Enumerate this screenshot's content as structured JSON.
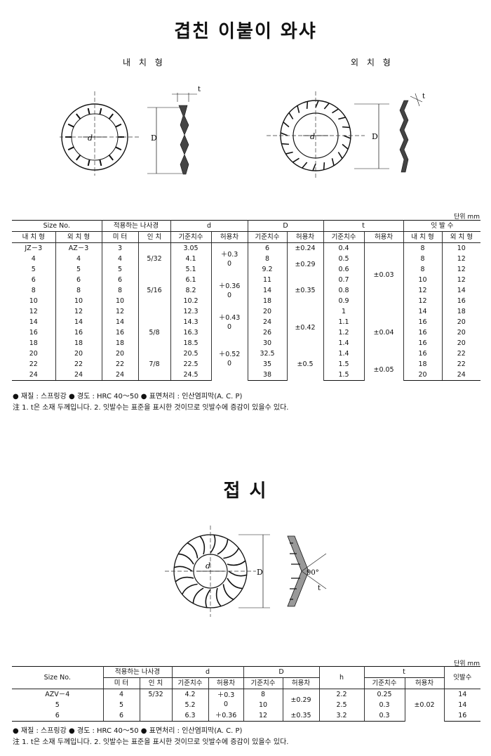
{
  "section1": {
    "title": "겹친 이붙이 와샤",
    "left_label": "내 치 형",
    "right_label": "외 치 형",
    "dim_t": "t",
    "dim_d": "d",
    "dim_D": "D",
    "unit": "단위 mm",
    "headers_row1": [
      "Size No.",
      "적용하는 나사경",
      "d",
      "D",
      "t",
      "잇 발 수"
    ],
    "headers_row2": [
      "내 치 형",
      "외 치 형",
      "미 터",
      "인 치",
      "기준치수",
      "허용차",
      "기준치수",
      "허용차",
      "기준치수",
      "허용차",
      "내 치 형",
      "외 치 형"
    ],
    "rows": [
      [
        "JZ－3",
        "AZ－3",
        "3",
        "",
        "3.05",
        "6",
        "0.4",
        "8",
        "10"
      ],
      [
        "4",
        "4",
        "4",
        "5/32",
        "4.1",
        "8",
        "0.5",
        "8",
        "12"
      ],
      [
        "5",
        "5",
        "5",
        "",
        "5.1",
        "9.2",
        "0.6",
        "8",
        "12"
      ],
      [
        "6",
        "6",
        "6",
        "",
        "6.1",
        "11",
        "0.7",
        "10",
        "12"
      ],
      [
        "8",
        "8",
        "8",
        "5/16",
        "8.2",
        "14",
        "0.8",
        "12",
        "14"
      ],
      [
        "10",
        "10",
        "10",
        "",
        "10.2",
        "18",
        "0.9",
        "12",
        "16"
      ],
      [
        "12",
        "12",
        "12",
        "",
        "12.3",
        "20",
        "1",
        "14",
        "18"
      ],
      [
        "14",
        "14",
        "14",
        "",
        "14.3",
        "24",
        "1.1",
        "16",
        "20"
      ],
      [
        "16",
        "16",
        "16",
        "5/8",
        "16.3",
        "26",
        "1.2",
        "16",
        "20"
      ],
      [
        "18",
        "18",
        "18",
        "",
        "18.5",
        "30",
        "1.4",
        "16",
        "20"
      ],
      [
        "20",
        "20",
        "20",
        "",
        "20.5",
        "32.5",
        "1.4",
        "16",
        "22"
      ],
      [
        "22",
        "22",
        "22",
        "7/8",
        "22.5",
        "35",
        "1.5",
        "18",
        "22"
      ],
      [
        "24",
        "24",
        "24",
        "",
        "24.5",
        "38",
        "1.5",
        "20",
        "24"
      ]
    ],
    "d_tol": [
      {
        "line1": "＋0.3",
        "line2": "0"
      },
      {
        "line1": "＋0.36",
        "line2": "0"
      },
      {
        "line1": "＋0.43",
        "line2": "0"
      },
      {
        "line1": "＋0.52",
        "line2": "0"
      }
    ],
    "D_tol": [
      "±0.24",
      "±0.29",
      "±0.35",
      "±0.42",
      "±0.5"
    ],
    "t_tol": [
      "±0.03",
      "±0.04",
      "±0.05"
    ],
    "material_note": "● 재질 : 스프링강 ● 경도 : HRC 40～50 ● 표면처리 : 인산염피막(A. C. P)",
    "note": "注 1. t은 소재 두께입니다. 2. 잇발수는 표준을 표시한 것이므로 잇발수에 증감이 있을수 있다."
  },
  "section2": {
    "title": "접 시",
    "dim_d": "d",
    "dim_D": "D",
    "angle": "90°",
    "dim_t": "t",
    "unit": "단위 mm",
    "headers": [
      "Size No.",
      "적용하는 나사경",
      "미 터",
      "인 치",
      "d",
      "기준치수",
      "허용차",
      "D",
      "기준치수",
      "허용차",
      "h",
      "t",
      "기준치수",
      "허용차",
      "잇발수"
    ],
    "rows": [
      [
        "AZV－4",
        "4",
        "5/32",
        "4.2",
        "8",
        "2.2",
        "0.25",
        "14"
      ],
      [
        "5",
        "5",
        "",
        "5.2",
        "10",
        "2.5",
        "0.3",
        "14"
      ],
      [
        "6",
        "6",
        "",
        "6.3",
        "12",
        "3.2",
        "0.3",
        "16"
      ]
    ],
    "d_tol": {
      "line1": "＋0.3",
      "line2": "0"
    },
    "d_tol_last": "＋0.36",
    "D_tol": [
      "±0.29",
      "±0.35"
    ],
    "t_tol": "±0.02",
    "material_note": "● 재질 : 스프링강 ● 경도 : HRC 40～50 ● 표면처리 : 인산염피막(A. C. P)",
    "note": "注 1. t은 소재 두께입니다. 2. 잇발수는 표준을 표시한 것이므로 잇발수에 증감이 있을수 있다."
  }
}
